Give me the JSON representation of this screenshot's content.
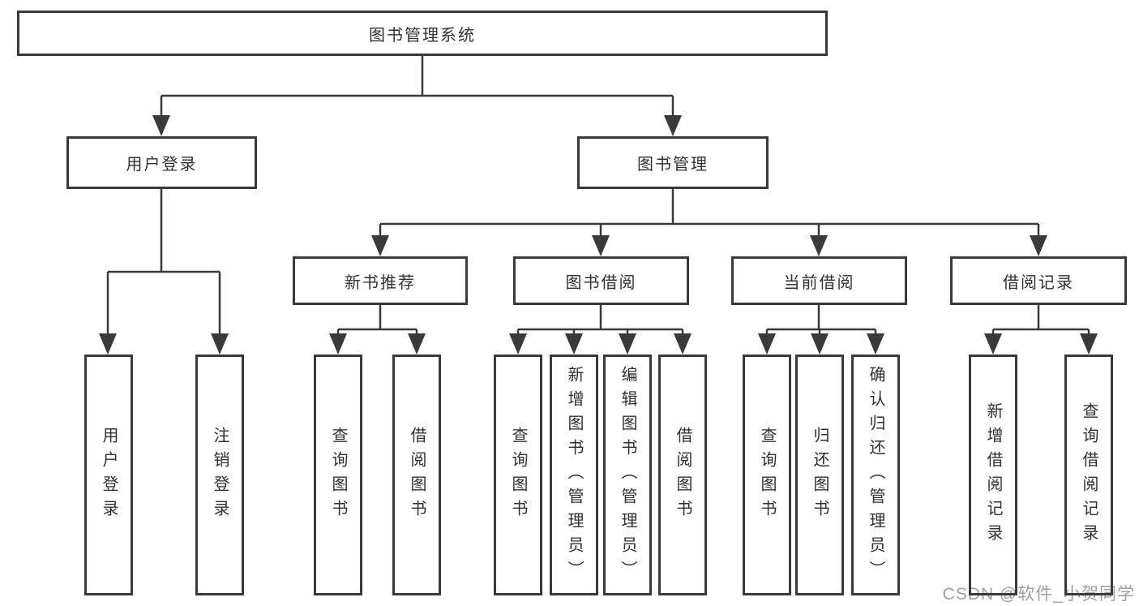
{
  "colors": {
    "line": "#3a3a3a",
    "box_border": "#3a3a3a",
    "box_fill": "#ffffff",
    "text": "#303030",
    "watermark": "#9f9f9f"
  },
  "diagram": {
    "root": {
      "label": "图书管理系统"
    },
    "level2": [
      {
        "label": "用户登录"
      },
      {
        "label": "图书管理"
      }
    ],
    "level3": [
      {
        "label": "新书推荐",
        "parent": "图书管理"
      },
      {
        "label": "图书借阅",
        "parent": "图书管理"
      },
      {
        "label": "当前借阅",
        "parent": "图书管理"
      },
      {
        "label": "借阅记录",
        "parent": "图书管理"
      }
    ],
    "leaves": [
      {
        "label": "用户登录",
        "parent": "用户登录"
      },
      {
        "label": "注销登录",
        "parent": "用户登录"
      },
      {
        "label": "查询图书",
        "parent": "新书推荐"
      },
      {
        "label": "借阅图书",
        "parent": "新书推荐"
      },
      {
        "label": "查询图书",
        "parent": "图书借阅"
      },
      {
        "label": "新增图书（管理员）",
        "parent": "图书借阅"
      },
      {
        "label": "编辑图书（管理员）",
        "parent": "图书借阅"
      },
      {
        "label": "借阅图书",
        "parent": "图书借阅"
      },
      {
        "label": "查询图书",
        "parent": "当前借阅"
      },
      {
        "label": "归还图书",
        "parent": "当前借阅"
      },
      {
        "label": "确认归还（管理员）",
        "parent": "当前借阅"
      },
      {
        "label": "新增借阅记录",
        "parent": "借阅记录"
      },
      {
        "label": "查询借阅记录",
        "parent": "借阅记录"
      }
    ]
  },
  "watermark": {
    "text": "CSDN @软件_小贺同学"
  }
}
